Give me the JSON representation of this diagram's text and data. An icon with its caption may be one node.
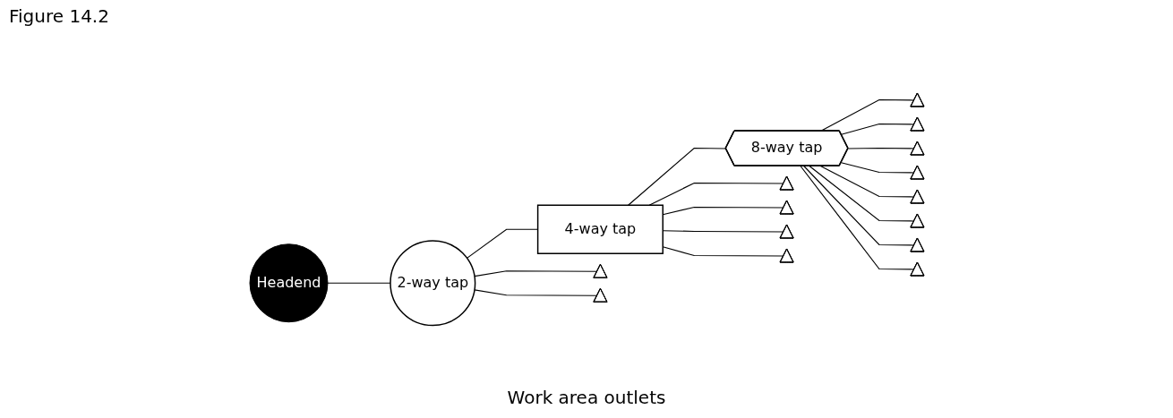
{
  "diagram": {
    "title": "Figure 14.2",
    "nodes": [
      {
        "text": [
          "Headend"
        ]
      },
      {
        "text": [
          "2-way tap"
        ]
      },
      {
        "text": [
          "4-way tap"
        ]
      },
      {
        "text": [
          "8-way tap"
        ]
      },
      {
        "text": [],
        "shape": "triangle"
      },
      {
        "text": [],
        "shape": "triangle"
      },
      {
        "text": [],
        "shape": "triangle"
      },
      {
        "text": [],
        "shape": "triangle"
      },
      {
        "text": [],
        "shape": "triangle"
      },
      {
        "text": [],
        "shape": "triangle"
      },
      {
        "text": [],
        "shape": "triangle"
      },
      {
        "text": [],
        "shape": "triangle"
      },
      {
        "text": [],
        "shape": "triangle"
      },
      {
        "text": [],
        "shape": "triangle"
      },
      {
        "text": [],
        "shape": "triangle"
      },
      {
        "text": [],
        "shape": "triangle"
      },
      {
        "text": [],
        "shape": "triangle"
      },
      {
        "text": [],
        "shape": "triangle"
      }
    ],
    "edges": [
      {
        "from": 0,
        "to": 1,
        "arrow": "none"
      },
      {
        "from": 1,
        "to": 2,
        "arrow": "none"
      },
      {
        "from": 2,
        "to": 3,
        "arrow": "none"
      },
      {
        "from": 1,
        "to": 4,
        "arrow": "none"
      },
      {
        "from": 1,
        "to": 5,
        "arrow": "none"
      },
      {
        "from": 2,
        "to": 6,
        "arrow": "none"
      },
      {
        "from": 2,
        "to": 7,
        "arrow": "none"
      },
      {
        "from": 2,
        "to": 8,
        "arrow": "none"
      },
      {
        "from": 2,
        "to": 9,
        "arrow": "none"
      },
      {
        "from": 3,
        "to": 10,
        "arrow": "none"
      },
      {
        "from": 3,
        "to": 11,
        "arrow": "none"
      },
      {
        "from": 3,
        "to": 12,
        "arrow": "none"
      },
      {
        "from": 3,
        "to": 13,
        "arrow": "none"
      },
      {
        "from": 3,
        "to": 14,
        "arrow": "none"
      },
      {
        "from": 3,
        "to": 15,
        "arrow": "none"
      },
      {
        "from": 3,
        "to": 16,
        "arrow": "none"
      },
      {
        "from": 3,
        "to": 17,
        "arrow": "none"
      }
    ],
    "labels": [
      "Work area outlets"
    ]
  }
}
